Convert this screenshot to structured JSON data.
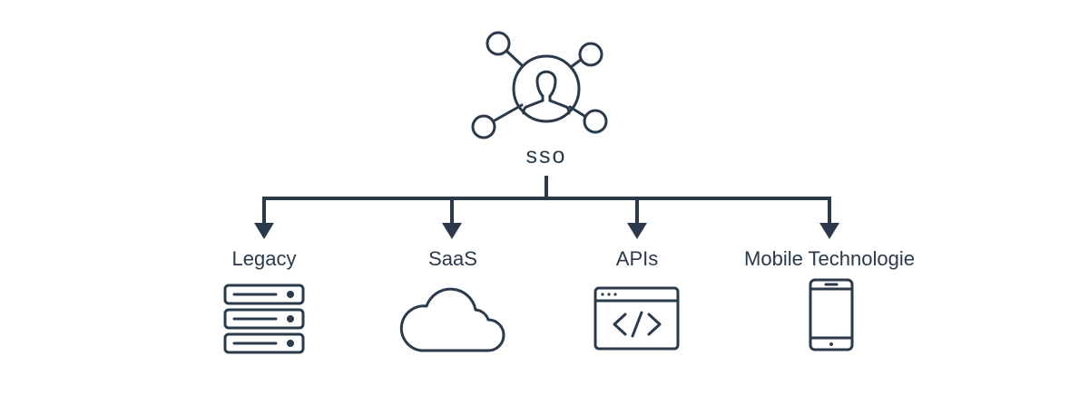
{
  "diagram": {
    "root": {
      "label": "sso",
      "icon": "sso-network-user-icon"
    },
    "branches": [
      {
        "label": "Legacy",
        "icon": "server-stack-icon"
      },
      {
        "label": "SaaS",
        "icon": "cloud-icon"
      },
      {
        "label": "APIs",
        "icon": "code-window-icon"
      },
      {
        "label": "Mobile Technologie",
        "icon": "smartphone-icon"
      }
    ]
  },
  "colors": {
    "stroke": "#2a3a4a",
    "background": "#ffffff"
  }
}
